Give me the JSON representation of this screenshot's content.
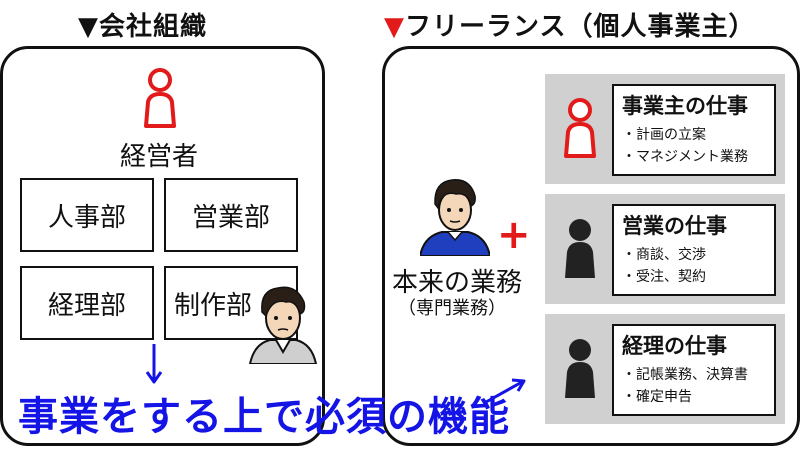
{
  "left_section": {
    "title": "▼会社組織",
    "ceo_label": "経営者",
    "departments": [
      "人事部",
      "営業部",
      "経理部",
      "制作部"
    ]
  },
  "right_section": {
    "title_marker": "▼",
    "title_text": "フリーランス（個人事業主）",
    "core_work": "本来の業務",
    "core_work_sub": "（専門業務）",
    "plus": "+",
    "cards": [
      {
        "title": "事業主の仕事",
        "lines": [
          "・計画の立案",
          "・マネジメント業務"
        ]
      },
      {
        "title": "営業の仕事",
        "lines": [
          "・商談、交渉",
          "・受注、契約"
        ]
      },
      {
        "title": "経理の仕事",
        "lines": [
          "・記帳業務、決算書",
          "・確定申告"
        ]
      }
    ]
  },
  "caption": "事業をする上で必須の機能",
  "colors": {
    "accent_red": "#e21a1a",
    "caption_blue": "#1414e6",
    "row_gray": "#d0d0d0",
    "person_black": "#222222",
    "person_shirt_blue": "#1f3fbf"
  },
  "icons": [
    "person-outline-red-icon",
    "person-silhouette-icon",
    "freelancer-portrait-icon",
    "employee-portrait-icon",
    "down-arrow-icon",
    "right-arrow-icon"
  ]
}
